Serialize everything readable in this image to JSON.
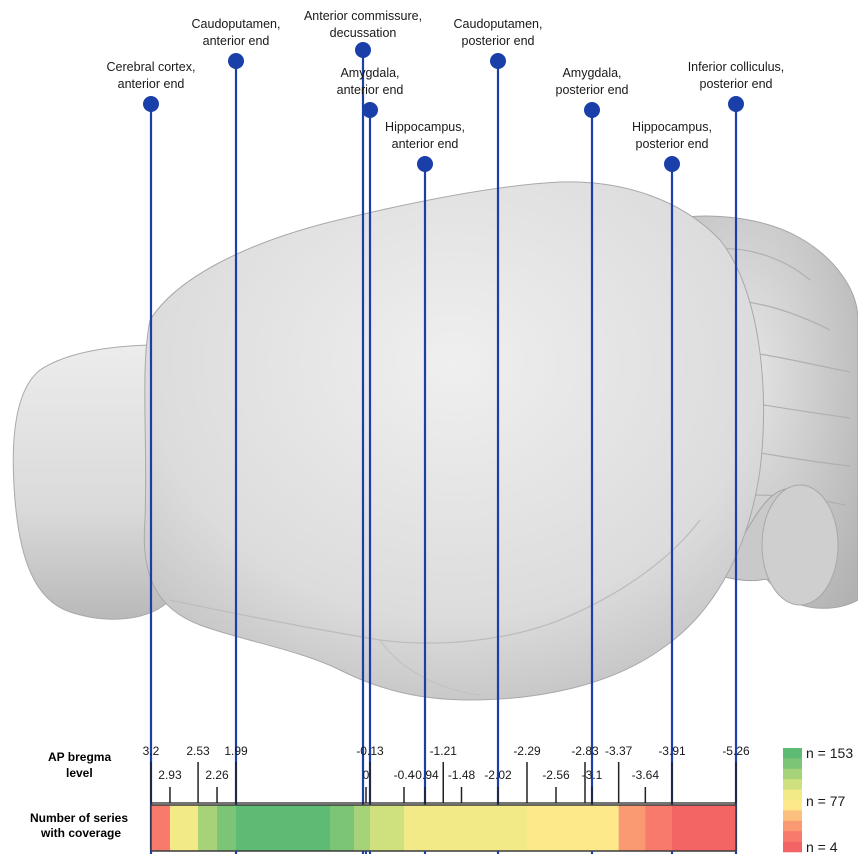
{
  "landmarks": [
    {
      "name": "Cerebral cortex, anterior end",
      "lines": [
        "Cerebral cortex,",
        "anterior end"
      ],
      "level": "3.2"
    },
    {
      "name": "Caudoputamen, anterior end",
      "lines": [
        "Caudoputamen,",
        "anterior end"
      ],
      "level": "1.99"
    },
    {
      "name": "Anterior commissure, decussation",
      "lines": [
        "Anterior commissure,",
        "decussation"
      ],
      "level": "0"
    },
    {
      "name": "Amygdala, anterior end",
      "lines": [
        "Amygdala,",
        "anterior end"
      ],
      "level": "-0.13"
    },
    {
      "name": "Hippocampus, anterior end",
      "lines": [
        "Hippocampus,",
        "anterior end"
      ],
      "level": "-0.94"
    },
    {
      "name": "Caudoputamen, posterior end",
      "lines": [
        "Caudoputamen,",
        "posterior end"
      ],
      "level": "-2.02"
    },
    {
      "name": "Amygdala, posterior end",
      "lines": [
        "Amygdala,",
        "posterior end"
      ],
      "level": "-3.1"
    },
    {
      "name": "Hippocampus, posterior end",
      "lines": [
        "Hippocampus,",
        "posterior end"
      ],
      "level": "-3.91"
    },
    {
      "name": "Inferior colliculus, posterior end",
      "lines": [
        "Inferior colliculus,",
        "posterior end"
      ],
      "level": "-5.26"
    }
  ],
  "axis": {
    "label_line1": "AP bregma",
    "label_line2": "level",
    "ticks_top": [
      "3.2",
      "2.53",
      "1.99",
      "-0.13",
      "-1.21",
      "-2.29",
      "-2.83",
      "-3.37",
      "-3.91",
      "-5.26"
    ],
    "ticks_bottom": [
      "2.93",
      "2.26",
      "0",
      "-0.4",
      "-0.94",
      "-1.48",
      "-2.02",
      "-2.56",
      "-3.1",
      "-3.64"
    ]
  },
  "coverage": {
    "label_line1": "Number of series",
    "label_line2": "with coverage",
    "segments": [
      {
        "from": 3.2,
        "to": 2.93,
        "n": 20
      },
      {
        "from": 2.93,
        "to": 2.53,
        "n": 90
      },
      {
        "from": 2.53,
        "to": 2.26,
        "n": 120
      },
      {
        "from": 2.26,
        "to": 1.99,
        "n": 140
      },
      {
        "from": 1.99,
        "to": 0.6,
        "n": 150
      },
      {
        "from": 0.6,
        "to": 0.2,
        "n": 140
      },
      {
        "from": 0.2,
        "to": -0.13,
        "n": 120
      },
      {
        "from": -0.13,
        "to": -0.4,
        "n": 100
      },
      {
        "from": -0.4,
        "to": -0.7,
        "n": 95
      },
      {
        "from": -0.7,
        "to": -0.94,
        "n": 88
      },
      {
        "from": -0.94,
        "to": -2.29,
        "n": 80
      },
      {
        "from": -2.29,
        "to": -2.83,
        "n": 75
      },
      {
        "from": -2.83,
        "to": -3.37,
        "n": 68
      },
      {
        "from": -3.37,
        "to": -3.64,
        "n": 30
      },
      {
        "from": -3.64,
        "to": -3.91,
        "n": 18
      },
      {
        "from": -3.91,
        "to": -5.26,
        "n": 6
      }
    ]
  },
  "legend": {
    "max_label": "n = 153",
    "mid_label": "n = 77",
    "min_label": "n = 4",
    "max": 153,
    "mid": 77,
    "min": 4,
    "colors": [
      "#5dbb73",
      "#7cc577",
      "#a6d27a",
      "#cfe07e",
      "#f2ea86",
      "#fde88a",
      "#fbc07d",
      "#f99a72",
      "#f77a6c",
      "#f36464"
    ]
  },
  "colors": {
    "line": "#1a3fa8",
    "marker": "#1a3fa8"
  }
}
